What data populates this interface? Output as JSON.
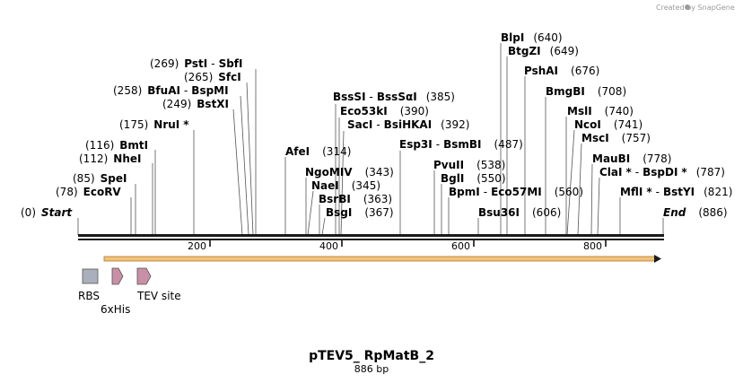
{
  "credit": "Created by SnapGene",
  "plasmid": {
    "name": "pTEV5_ RpMatB_2",
    "length_label": "886 bp",
    "length": 886
  },
  "ticks": [
    "200",
    "400",
    "600",
    "800"
  ],
  "sites": [
    {
      "name": "Start",
      "pos": "(0)",
      "italic": true,
      "star": ""
    },
    {
      "name": "EcoRV",
      "pos": "(78)",
      "star": ""
    },
    {
      "name": "SpeI",
      "pos": "(85)",
      "star": ""
    },
    {
      "name": "NheI",
      "pos": "(112)",
      "star": ""
    },
    {
      "name": "BmtI",
      "pos": "(116)",
      "star": ""
    },
    {
      "name": "NruI",
      "pos": "(175)",
      "star": "*"
    },
    {
      "name": "BstXI",
      "pos": "(249)",
      "star": ""
    },
    {
      "name": "BfuAI",
      "name2": "BspMI",
      "pos": "(258)",
      "star": ""
    },
    {
      "name": "SfcI",
      "pos": "(265)",
      "star": ""
    },
    {
      "name": "PstI",
      "name2": "SbfI",
      "pos": "(269)",
      "star": ""
    },
    {
      "name": "AfeI",
      "pos": "(314)",
      "star": ""
    },
    {
      "name": "BssSI",
      "name2": "BssSαI",
      "pos": "(385)",
      "star": ""
    },
    {
      "name": "Eco53kI",
      "pos": "(390)",
      "star": ""
    },
    {
      "name": "SacI",
      "name2": "BsiHKAI",
      "pos": "(392)",
      "star": ""
    },
    {
      "name": "NgoMIV",
      "pos": "(343)",
      "star": ""
    },
    {
      "name": "NaeI",
      "pos": "(345)",
      "star": ""
    },
    {
      "name": "BsrBI",
      "pos": "(363)",
      "star": ""
    },
    {
      "name": "BsgI",
      "pos": "(367)",
      "star": ""
    },
    {
      "name": "Esp3I",
      "name2": "BsmBI",
      "pos": "(487)",
      "star": ""
    },
    {
      "name": "PvuII",
      "pos": "(538)",
      "star": ""
    },
    {
      "name": "BglI",
      "pos": "(550)",
      "star": ""
    },
    {
      "name": "BpmI",
      "name2": "Eco57MI",
      "pos": "(560)",
      "star": ""
    },
    {
      "name": "Bsu36I",
      "pos": "(606)",
      "star": ""
    },
    {
      "name": "BlpI",
      "pos": "(640)",
      "star": ""
    },
    {
      "name": "BtgZI",
      "pos": "(649)",
      "star": ""
    },
    {
      "name": "PshAI",
      "pos": "(676)",
      "star": ""
    },
    {
      "name": "BmgBI",
      "pos": "(708)",
      "star": ""
    },
    {
      "name": "MslI",
      "pos": "(740)",
      "star": ""
    },
    {
      "name": "NcoI",
      "pos": "(741)",
      "star": ""
    },
    {
      "name": "MscI",
      "pos": "(757)",
      "star": ""
    },
    {
      "name": "MauBI",
      "pos": "(778)",
      "star": ""
    },
    {
      "name": "ClaI",
      "name2": "BspDI",
      "pos": "(787)",
      "star": "*",
      "star2": "*"
    },
    {
      "name": "MflI",
      "name2": "BstYI",
      "pos": "(821)",
      "star": "*"
    },
    {
      "name": "End",
      "pos": "(886)",
      "italic": true,
      "star": ""
    }
  ],
  "features": [
    {
      "label": "RBS",
      "color": "#a9b0bb"
    },
    {
      "label": "6xHis",
      "color": "#c98fa6"
    },
    {
      "label": "TEV site",
      "color": "#c98fa6"
    }
  ],
  "colors": {
    "orf_arrow": "#f2c27a",
    "orf_outline": "#b07a2a",
    "backbone": "#1a1a1a"
  }
}
